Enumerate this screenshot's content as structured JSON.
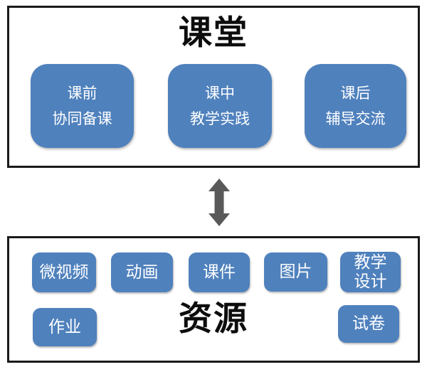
{
  "colors": {
    "box_fill": "#4f81bd",
    "box_text": "#ffffff",
    "panel_border": "#1a1a1a",
    "title_text": "#0d0d0d",
    "arrow": "#595959",
    "background": "#ffffff"
  },
  "classroom_panel": {
    "title": "课堂",
    "stages": [
      {
        "line1": "课前",
        "line2": "协同备课"
      },
      {
        "line1": "课中",
        "line2": "教学实践"
      },
      {
        "line1": "课后",
        "line2": "辅导交流"
      }
    ]
  },
  "link_arrow": {
    "icon": "double-headed-vertical-arrow"
  },
  "resource_panel": {
    "title": "资源",
    "items": [
      {
        "label": "微视频"
      },
      {
        "label": "动画"
      },
      {
        "label": "课件"
      },
      {
        "label": "图片"
      },
      {
        "label_line1": "教学",
        "label_line2": "设计"
      },
      {
        "label": "作业"
      },
      {
        "label": "试卷"
      }
    ]
  }
}
